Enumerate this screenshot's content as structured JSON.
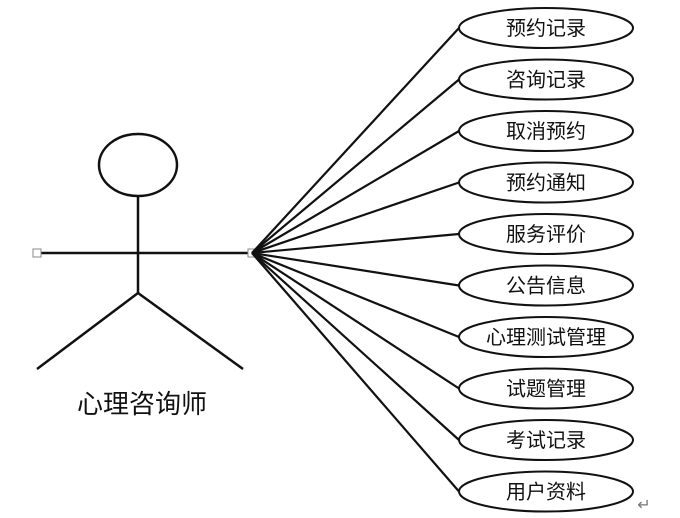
{
  "diagram": {
    "type": "use-case",
    "actor": {
      "name": "心理咨询师",
      "icon": "stick-figure-actor-icon"
    },
    "use_cases": [
      {
        "label": "预约记录"
      },
      {
        "label": "咨询记录"
      },
      {
        "label": "取消预约"
      },
      {
        "label": "预约通知"
      },
      {
        "label": "服务评价"
      },
      {
        "label": "公告信息"
      },
      {
        "label": "心理测试管理"
      },
      {
        "label": "试题管理"
      },
      {
        "label": "考试记录"
      },
      {
        "label": "用户资料"
      }
    ],
    "trailing_mark": "↵",
    "colors": {
      "stroke": "#111111",
      "handle_stroke": "#888888",
      "background": "#ffffff"
    }
  }
}
